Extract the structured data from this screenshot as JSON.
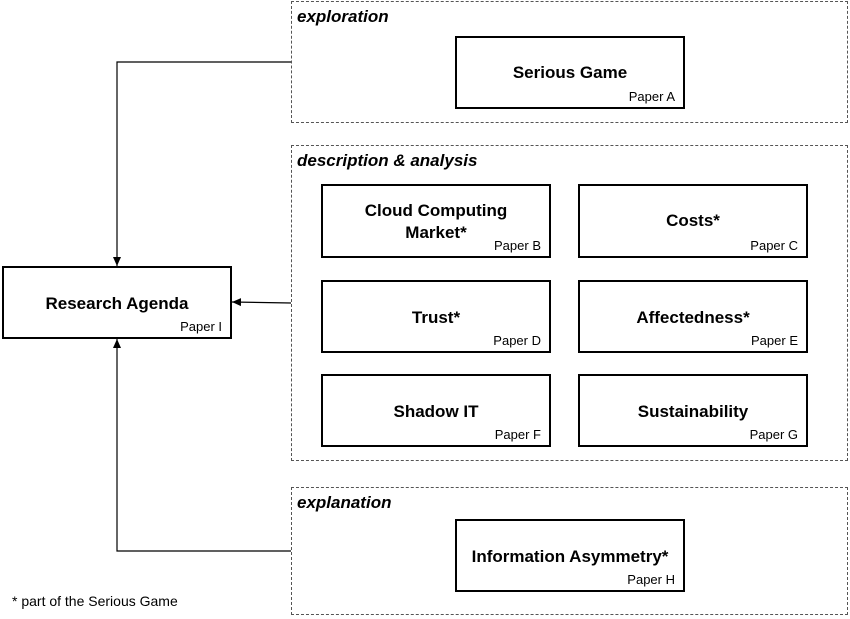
{
  "groups": {
    "exploration": "exploration",
    "description": "description & analysis",
    "explanation": "explanation"
  },
  "boxes": {
    "serious_game": {
      "title": "Serious Game",
      "paper": "Paper A"
    },
    "cloud_market": {
      "title_line1": "Cloud Computing",
      "title_line2": "Market*",
      "paper": "Paper B"
    },
    "costs": {
      "title": "Costs*",
      "paper": "Paper C"
    },
    "trust": {
      "title": "Trust*",
      "paper": "Paper D"
    },
    "affectedness": {
      "title": "Affectedness*",
      "paper": "Paper E"
    },
    "shadow_it": {
      "title": "Shadow IT",
      "paper": "Paper F"
    },
    "sustainability": {
      "title": "Sustainability",
      "paper": "Paper G"
    },
    "information_asymmetry": {
      "title": "Information Asymmetry*",
      "paper": "Paper H"
    },
    "research_agenda": {
      "title": "Research Agenda",
      "paper": "Paper I"
    }
  },
  "footnote": "* part of the Serious Game"
}
